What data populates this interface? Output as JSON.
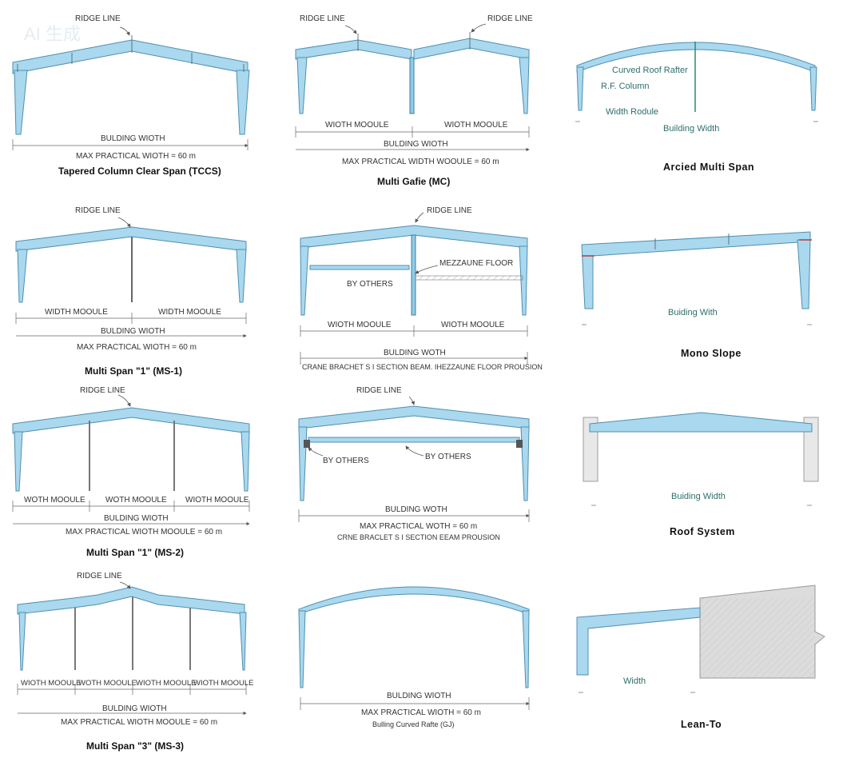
{
  "watermark": "AI 生成",
  "diagrams": {
    "tccs": {
      "ridge_line": "RIDGE LINE",
      "building_width": "BULDING WIOTH",
      "max_width": "MAX PRACTICAL WIOTH = 60 m",
      "caption": "Tapered Column Clear Span (TCCS)"
    },
    "mg": {
      "ridge_line_1": "RIDGE LINE",
      "ridge_line_2": "RIDGE LINE",
      "width_module_1": "WIOTH MOOULE",
      "width_module_2": "WIOTH MOOULE",
      "building_width": "BULDING WIOTH",
      "max_width": "MAX PRACTICAL WIDTH WOOULE = 60 m",
      "caption": "Multi Gafie (MC)"
    },
    "arched": {
      "curved_rafter": "Curved Roof Rafter",
      "rf_column": "R.F. Column",
      "width_module": "Width Rodule",
      "building_width": "Building Width",
      "caption": "Arcied Multi Span"
    },
    "ms1": {
      "ridge_line": "RIDGE LINE",
      "width_module_1": "WIDTH MOOULE",
      "width_module_2": "WIDTH MOOULE",
      "building_width": "BULDING WIOTH",
      "max_width": "MAX PRACTICAL WIOTH = 60 m",
      "caption": "Multi Span \"1\" (MS-1)"
    },
    "mezz": {
      "ridge_line": "RIDGE LINE",
      "mezzanine": "MEZZAUNE FLOOR",
      "by_others": "BY OTHERS",
      "width_module_1": "WIOTH MOOULE",
      "width_module_2": "WIOTH MOOULE",
      "building_width": "BULDING WOTH",
      "note": "CRANE BRACHET S I SECTION BEAM. IHEZZAUNE FLOOR PROUSION"
    },
    "mono": {
      "building_width": "Buiding With",
      "caption": "Mono Slope"
    },
    "ms2": {
      "ridge_line": "RIDGE LINE",
      "width_module_1": "WOTH MOOULE",
      "width_module_2": "WOTH MOOULE",
      "width_module_3": "WIOTH MOOULE",
      "building_width": "BULDING WIOTH",
      "max_width": "MAX PRACTICAL WIOTH MOOULE = 60 m",
      "caption": "Multi Span \"1\" (MS-2)"
    },
    "crane": {
      "ridge_line": "RIDGE LINE",
      "by_others_1": "BY OTHERS",
      "by_others_2": "BY OTHERS",
      "building_width": "BULDING WOTH",
      "max_width": "MAX PRACTICAL WOTH = 60 m",
      "note": "CRNE BRACLET S I SECTION EEAM PROUSION"
    },
    "roof": {
      "building_width": "Buiding Width",
      "caption": "Roof System"
    },
    "ms3": {
      "ridge_line": "RIDGE LINE",
      "width_module_1": "WIOTH MOOULE",
      "width_module_2": "WOTH MOOULE",
      "width_module_3": "WIOTH MOOULE",
      "width_module_4": "WIOTH MOOULE",
      "building_width": "BULDING WIOTH",
      "max_width": "MAX PRACTICAL WIOTH MOOULE = 60 m",
      "caption": "Multi Span \"3\" (MS-3)"
    },
    "arch": {
      "building_width": "BULDING WIOTH",
      "max_width": "MAX PRACTICAL WIOTH = 60 m",
      "note": "Bulling Curved Rafte (GJ)"
    },
    "lean": {
      "width": "Width",
      "caption": "Lean-To"
    }
  }
}
